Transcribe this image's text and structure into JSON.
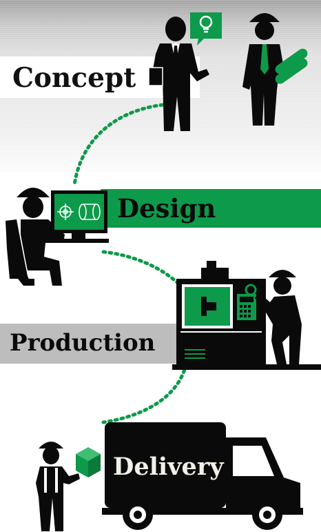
{
  "stages": {
    "concept": {
      "label": "Concept"
    },
    "design": {
      "label": "Design"
    },
    "production": {
      "label": "Production"
    },
    "delivery": {
      "label": "Delivery"
    }
  },
  "colors": {
    "accent_green": "#0d9a4a",
    "silhouette": "#0a0a0a",
    "production_band": "#bdbdbd",
    "concept_band": "#ffffff"
  },
  "icons": [
    "lightbulb-icon",
    "crosshair-icon",
    "cylinder-icon",
    "box-icon"
  ]
}
